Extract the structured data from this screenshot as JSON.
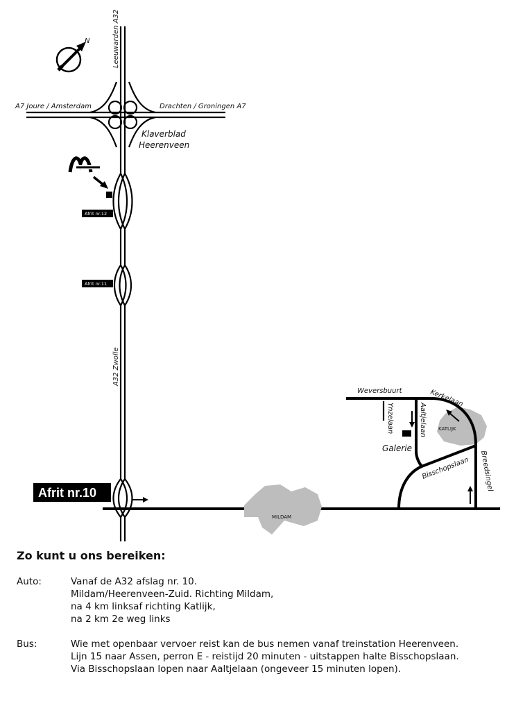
{
  "map": {
    "north": "N",
    "roads": {
      "a32_north": "Leeuwarden A32",
      "a7_west": "A7 Joure / Amsterdam",
      "a7_east": "Drachten / Groningen A7",
      "a32_south": "A32 Zwolle"
    },
    "interchange": [
      "Klaverblad",
      "Heerenveen"
    ],
    "exits": {
      "exit12": "Afrit nr.12",
      "exit11": "Afrit nr.11",
      "exit10": "Afrit nr.10"
    },
    "local": {
      "weversbuurt": "Weversbuurt",
      "kerkelaan": "Kerkelaan",
      "ynzelaan": "Ynzelaan",
      "aaltjelaan": "Aaltjelaan",
      "galerie": "Galerie",
      "katlijk": "KATLIJK",
      "bisschopslaan": "Bisschopslaan",
      "breedsingel": "Breedsingel",
      "mildam": "MILDAM"
    },
    "icons": [
      "compass-icon",
      "mcdonalds-logo",
      "arrow-icon"
    ]
  },
  "directions": {
    "heading": "Zo kunt u ons bereiken:",
    "car": {
      "label": "Auto:",
      "lines": [
        "Vanaf de A32 afslag nr. 10.",
        "Mildam/Heerenveen-Zuid. Richting Mildam,",
        "na 4 km linksaf richting Katlijk,",
        "na 2 km 2e weg links"
      ]
    },
    "bus": {
      "label": "Bus:",
      "lines": [
        "Wie met openbaar vervoer reist kan de bus nemen vanaf treinstation Heerenveen.",
        "Lijn 15 naar Assen, perron E - reistijd 20 minuten - uitstappen halte Bisschopslaan.",
        "Via Bisschopslaan lopen naar Aaltjelaan (ongeveer 15 minuten lopen)."
      ]
    }
  }
}
